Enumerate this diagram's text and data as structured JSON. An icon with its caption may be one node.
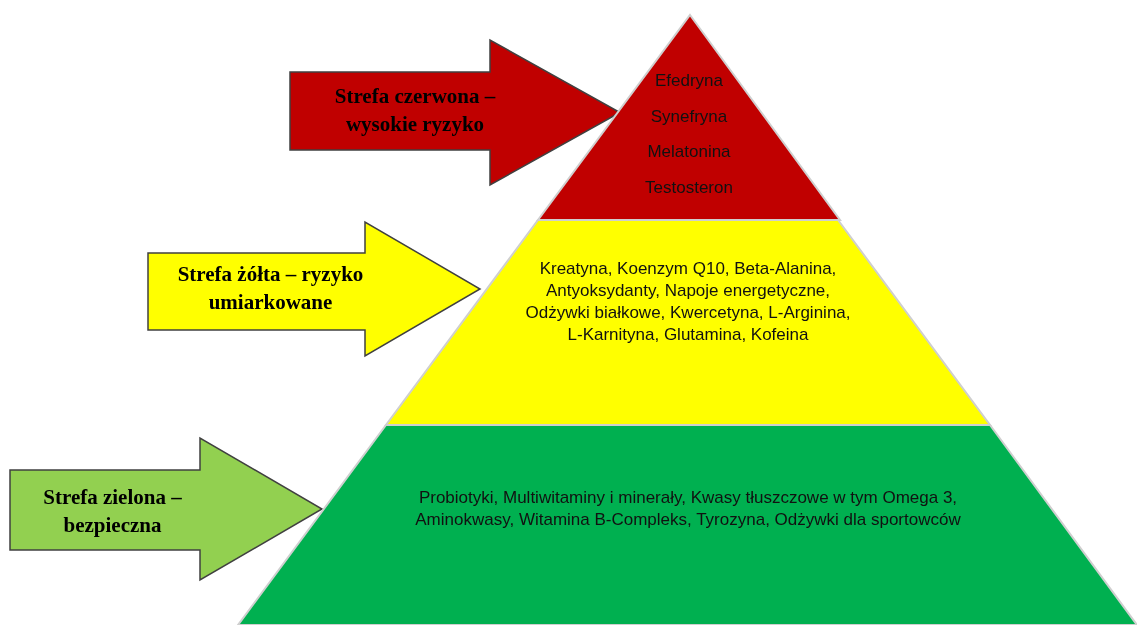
{
  "diagram": {
    "nodes": [
      {
        "text": [
          "Strefa czerwona – wysokie ryzyko"
        ]
      },
      {
        "text": [
          "Efedryna",
          "Synefryna",
          "Melatonina",
          "Testosteron"
        ]
      },
      {
        "text": [
          "Strefa żółta – ryzyko umiarkowane"
        ]
      },
      {
        "text": [
          "Kreatyna, Koenzym Q10, Beta-Alanina, Antyoksydanty, Napoje energetyczne, Odżywki białkowe, Kwercetyna, L-Arginina, L-Karnityna, Glutamina, Kofeina"
        ]
      },
      {
        "text": [
          "Strefa zielona – bezpieczna"
        ]
      },
      {
        "text": [
          "Probiotyki, Multiwitaminy i minerały, Kwasy tłuszczowe w tym Omega 3, Aminokwasy, Witamina B-Compleks, Tyrozyna, Odżywki dla sportowców"
        ]
      }
    ]
  }
}
